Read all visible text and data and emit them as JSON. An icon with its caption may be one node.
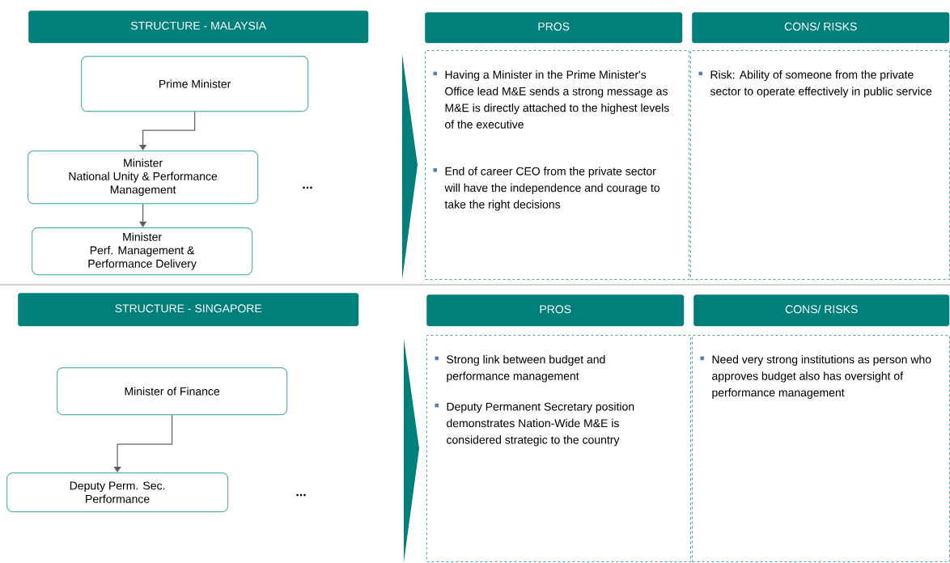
{
  "diagram": {
    "nodes": [
      {
        "text": [
          "STRUCTURE - MALAYSIA"
        ]
      },
      {
        "text": [
          "Prime Minister"
        ]
      },
      {
        "text": [
          "Minister",
          "National Unity & Performance Management"
        ]
      },
      {
        "text": [
          "Minister",
          "Perf. Management & Performance Delivery"
        ]
      },
      {
        "text": [
          "PROS"
        ]
      },
      {
        "text": [
          "CONS/ RISKS"
        ]
      },
      {
        "text": [
          "Having a Minister in the Prime Minister's Office lead M&E sends a strong message as M&E is directly attached to the highest levels of the executive",
          "End of career CEO from the private sector will have the independence and courage to take the right decisions"
        ]
      },
      {
        "text": [
          "Risk: Ability of someone from the private sector to operate effectively in public service"
        ]
      },
      {
        "text": [
          "STRUCTURE - SINGAPORE"
        ]
      },
      {
        "text": [
          "Minister of Finance"
        ]
      },
      {
        "text": [
          "Deputy Perm. Sec. Performance"
        ]
      },
      {
        "text": [
          "PROS"
        ]
      },
      {
        "text": [
          "CONS/ RISKS"
        ]
      },
      {
        "text": [
          "Strong link between budget and performance management",
          "Deputy Permanent Secretary position demonstrates Nation-Wide M&E is considered strategic to the country"
        ]
      },
      {
        "text": [
          "Need very strong institutions as person who approves budget also has oversight of performance management"
        ]
      }
    ],
    "edges": [
      {
        "from": 1,
        "to": 2,
        "arrow": "to"
      },
      {
        "from": 2,
        "to": 3,
        "arrow": "to"
      },
      {
        "from": 9,
        "to": 10,
        "arrow": "to"
      },
      {
        "from": null,
        "to": 6,
        "arrow": "to"
      },
      {
        "from": null,
        "to": 13,
        "arrow": "to"
      }
    ],
    "labels": [
      "...",
      "..."
    ]
  }
}
